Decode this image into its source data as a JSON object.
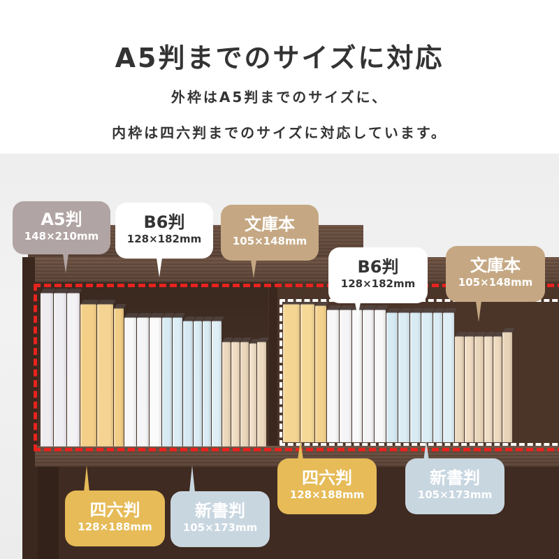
{
  "header": {
    "title": "A5判までのサイズに対応",
    "subtitle_line1": "外枠はA5判までのサイズに、",
    "subtitle_line2": "内枠は四六判までのサイズに対応しています。"
  },
  "colors": {
    "outer_frame_dash": "#e8231f",
    "inner_frame_dash": "#ffffff",
    "wood": "#3f2b21",
    "a5_label": "#b1a4a4",
    "b6_label": "#ffffff",
    "bunko_label": "#c5a883",
    "shiroku_label": "#e6bb58",
    "shinsho_label": "#c8d6e0"
  },
  "outer_frame_labels": [
    {
      "name": "A5判",
      "dimensions": "148×210mm",
      "color": "#b1a4a4",
      "text_color": "#ffffff"
    },
    {
      "name": "B6判",
      "dimensions": "128×182mm",
      "color": "#ffffff",
      "text_color": "#333333"
    },
    {
      "name": "文庫本",
      "dimensions": "105×148mm",
      "color": "#c5a883",
      "text_color": "#ffffff"
    },
    {
      "name": "四六判",
      "dimensions": "128×188mm",
      "color": "#e6bb58",
      "text_color": "#ffffff"
    },
    {
      "name": "新書判",
      "dimensions": "105×173mm",
      "color": "#c8d6e0",
      "text_color": "#ffffff"
    }
  ],
  "inner_frame_labels": [
    {
      "name": "B6判",
      "dimensions": "128×182mm",
      "color": "#ffffff",
      "text_color": "#333333"
    },
    {
      "name": "文庫本",
      "dimensions": "105×148mm",
      "color": "#c5a883",
      "text_color": "#ffffff"
    },
    {
      "name": "四六判",
      "dimensions": "128×188mm",
      "color": "#e6bb58",
      "text_color": "#ffffff"
    },
    {
      "name": "新書判",
      "dimensions": "105×173mm",
      "color": "#c8d6e0",
      "text_color": "#ffffff"
    }
  ]
}
